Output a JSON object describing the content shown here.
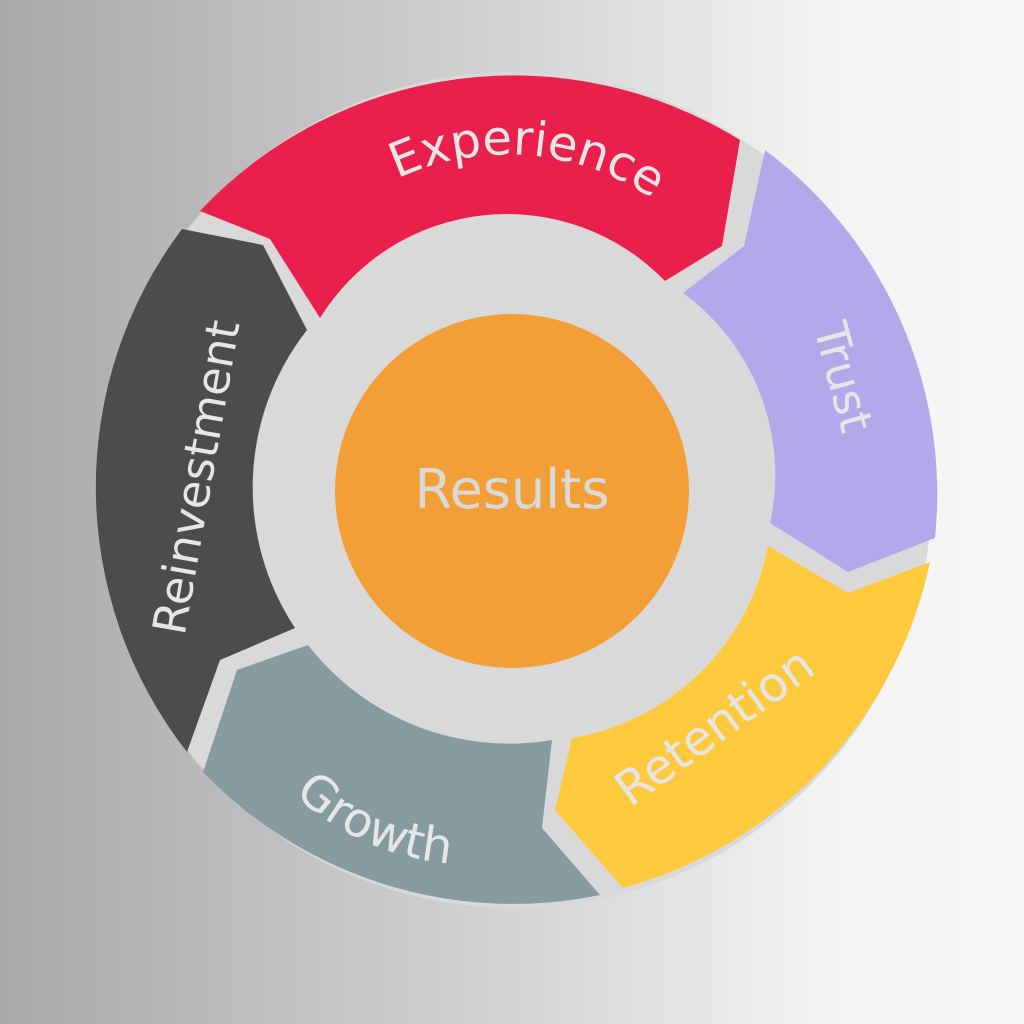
{
  "diagram": {
    "center": {
      "label": "Results",
      "color": "#f29f38"
    },
    "ring_background": "#d9d9d9",
    "segments": [
      {
        "id": "experience",
        "label": "Experience",
        "color": "#e8204b"
      },
      {
        "id": "trust",
        "label": "Trust",
        "color": "#b5a8ea"
      },
      {
        "id": "retention",
        "label": "Retention",
        "color": "#fec93d"
      },
      {
        "id": "growth",
        "label": "Growth",
        "color": "#869ba0"
      },
      {
        "id": "reinvestment",
        "label": "Reinvestment",
        "color": "#4b4c4e"
      }
    ]
  }
}
